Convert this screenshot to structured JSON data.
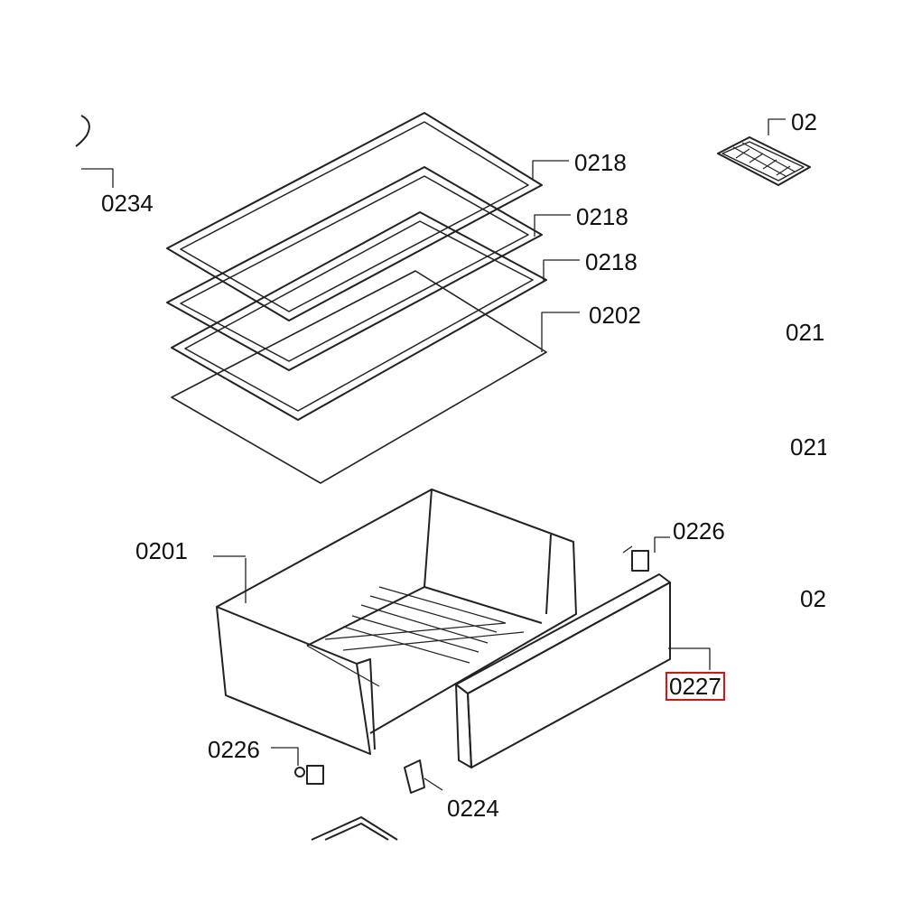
{
  "diagram": {
    "labels": {
      "door_part": "0234",
      "shelf_frame_1": "0218",
      "shelf_frame_2": "0218",
      "shelf_frame_3": "0218",
      "glass_plate": "0202",
      "drawer": "0201",
      "clip_right": "0226",
      "drawer_front": "0227",
      "clip_left": "0226",
      "bracket": "0224",
      "ice_tray": "02",
      "right_1": "021",
      "right_2": "021",
      "right_3": "02"
    },
    "highlight_color": "#e01010",
    "highlighted_part": "0227"
  }
}
